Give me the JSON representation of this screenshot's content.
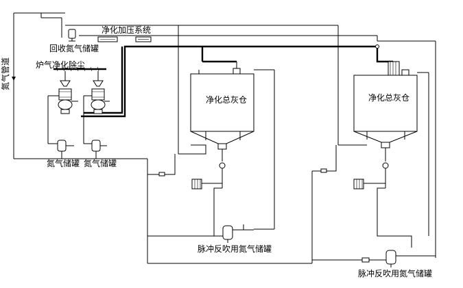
{
  "labels": {
    "nitrogen_main_pipe": "氮气管道",
    "purify_pressure_system": "净化加压系统",
    "recovery_tank": "回收氮气储罐",
    "furnace_gas_dust": "炉气净化除尘",
    "nitrogen_tank_1": "氮气储罐",
    "nitrogen_tank_2": "氮气储罐",
    "ash_bin_1": "净化总灰仓",
    "ash_bin_2": "净化总灰仓",
    "pulse_tank_1": "脉冲反吹用氮气储罐",
    "pulse_tank_2": "脉冲反吹用氮气储罐"
  }
}
